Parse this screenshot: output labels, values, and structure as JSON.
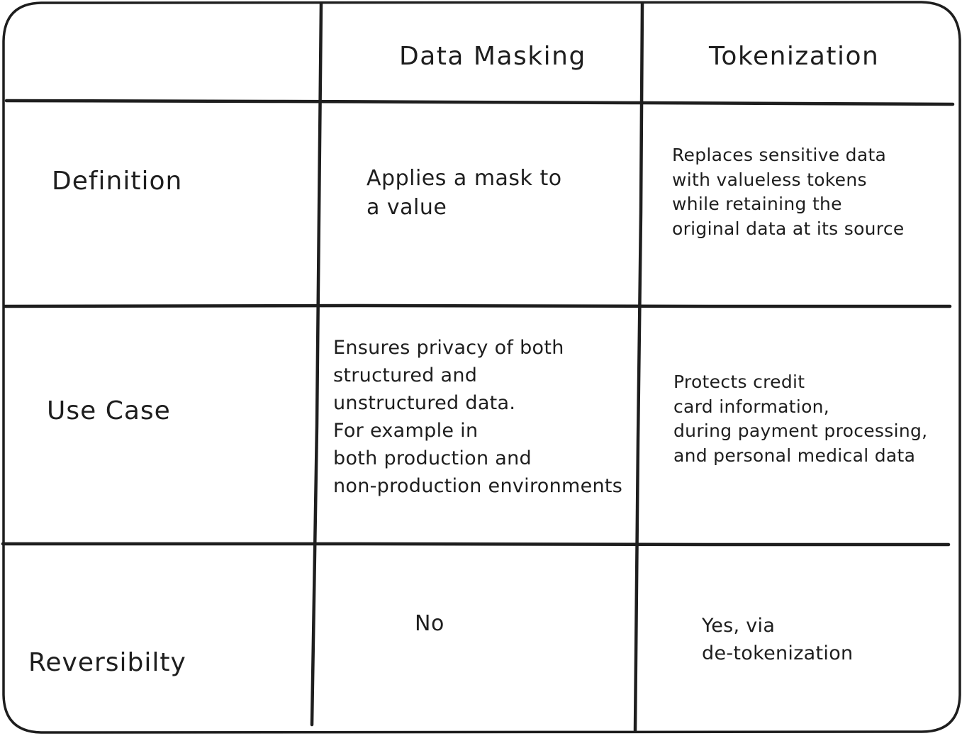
{
  "table": {
    "headers": {
      "corner": "",
      "col1": "Data Masking",
      "col2": "Tokenization"
    },
    "rows": [
      {
        "label": "Definition",
        "col1": "Applies a mask to\na value",
        "col2": "Replaces sensitive data\nwith valueless tokens\nwhile retaining the\noriginal data at its source"
      },
      {
        "label": "Use Case",
        "col1": "Ensures privacy of both\nstructured and\nunstructured data.\nFor example in\nboth production and\nnon-production environments",
        "col2": "Protects credit\ncard information,\nduring payment processing,\nand personal medical data"
      },
      {
        "label": "Reversibilty",
        "col1": "No",
        "col2": "Yes, via\nde-tokenization"
      }
    ]
  },
  "style": {
    "stroke_color": "#1e1e1e",
    "background": "#ffffff"
  }
}
